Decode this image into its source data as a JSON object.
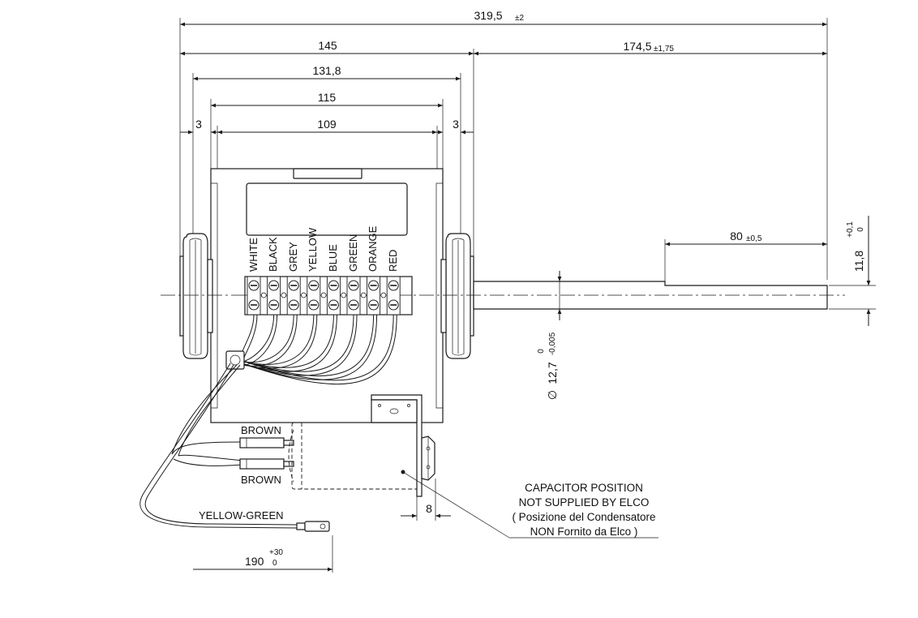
{
  "dimensions": {
    "overall": {
      "value": "319,5",
      "tol": "±2"
    },
    "motor_length": {
      "value": "145"
    },
    "mount_span": {
      "value": "131,8"
    },
    "body_length": {
      "value": "115"
    },
    "inner_length": {
      "value": "109"
    },
    "gap_left": {
      "value": "3"
    },
    "gap_right": {
      "value": "3"
    },
    "shaft_length": {
      "value": "174,5",
      "tol": "±1,75"
    },
    "flat_length": {
      "value": "80",
      "tol": "±0,5"
    },
    "flat_depth": {
      "value": "11,8",
      "tol_upper": "+0,1",
      "tol_lower": "0"
    },
    "shaft_diameter": {
      "symbol": "∅",
      "value": "12,7",
      "tol_upper": "0",
      "tol_lower": "-0,005"
    },
    "bracket_width": {
      "value": "8"
    },
    "ground_lead": {
      "value": "190",
      "tol_upper": "+30",
      "tol_lower": "0"
    }
  },
  "terminals": [
    "WHITE",
    "BLACK",
    "GREY",
    "YELLOW",
    "BLUE",
    "GREEN",
    "ORANGE",
    "RED"
  ],
  "capacitor_leads": {
    "top": "BROWN",
    "bottom": "BROWN"
  },
  "ground_wire": "YELLOW-GREEN",
  "capacitor_note": [
    "CAPACITOR POSITION",
    "NOT SUPPLIED BY ELCO",
    "( Posizione del Condensatore",
    "NON Fornito da Elco )"
  ]
}
